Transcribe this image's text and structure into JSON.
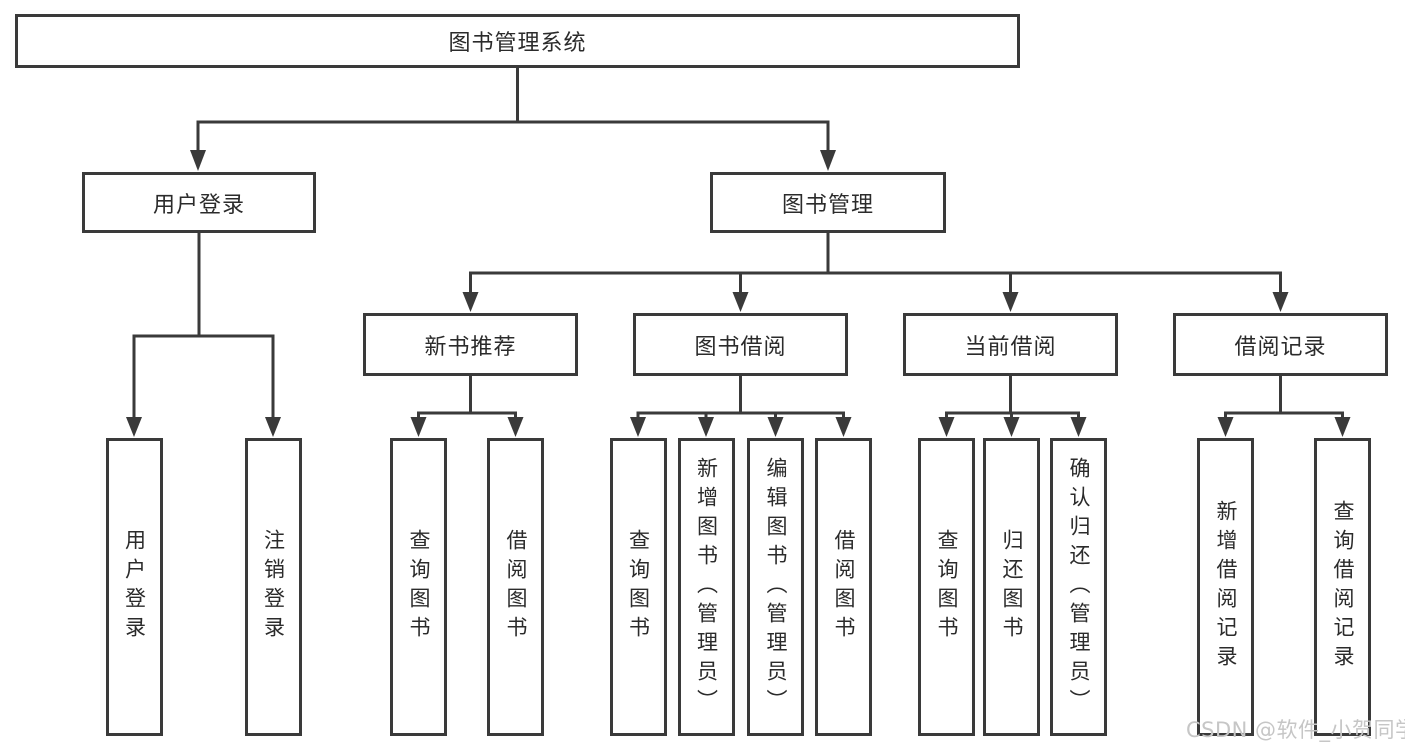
{
  "diagram": {
    "type": "functional-structure-tree",
    "colors": {
      "background": "#ffffff",
      "line": "#3a3a3a",
      "box_border": "#3a3a3a",
      "text": "#2b2b2b",
      "watermark": "#c6c6c6"
    },
    "tree": {
      "root": "图书管理系统",
      "branches": [
        {
          "label": "用户登录",
          "children": [
            "用户登录",
            "注销登录"
          ]
        },
        {
          "label": "图书管理",
          "children": [
            {
              "label": "新书推荐",
              "children": [
                "查询图书",
                "借阅图书"
              ]
            },
            {
              "label": "图书借阅",
              "children": [
                "查询图书",
                "新增图书（管理员）",
                "编辑图书（管理员）",
                "借阅图书"
              ]
            },
            {
              "label": "当前借阅",
              "children": [
                "查询图书",
                "归还图书",
                "确认归还（管理员）"
              ]
            },
            {
              "label": "借阅记录",
              "children": [
                "新增借阅记录",
                "查询借阅记录"
              ]
            }
          ]
        }
      ]
    },
    "watermark": "CSDN @软件_小贺同学"
  }
}
